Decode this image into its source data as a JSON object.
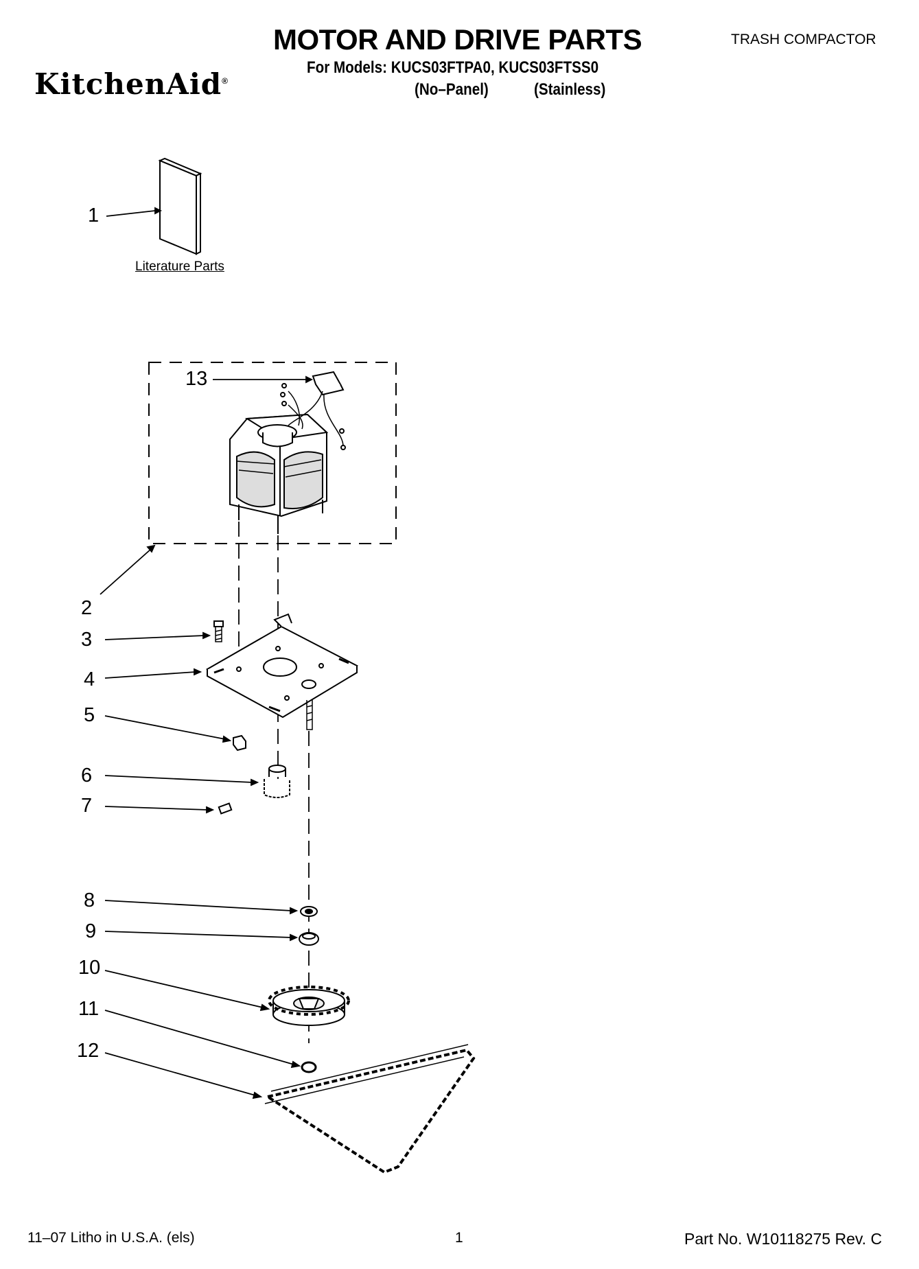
{
  "header": {
    "brand": "KitchenAid",
    "brand_mark": "®",
    "title": "MOTOR AND DRIVE PARTS",
    "category": "TRASH COMPACTOR",
    "models_line": "For Models: KUCS03FTPA0, KUCS03FTSS0",
    "variant_1": "(No–Panel)",
    "variant_2": "(Stainless)"
  },
  "literature": {
    "label": "Literature Parts"
  },
  "callouts": [
    "1",
    "2",
    "3",
    "4",
    "5",
    "6",
    "7",
    "8",
    "9",
    "10",
    "11",
    "12",
    "13"
  ],
  "footer": {
    "left": "11–07 Litho in U.S.A. (els)",
    "page": "1",
    "part_no": "Part No. W10118275 Rev. C"
  },
  "colors": {
    "ink": "#000000",
    "paper": "#ffffff"
  }
}
